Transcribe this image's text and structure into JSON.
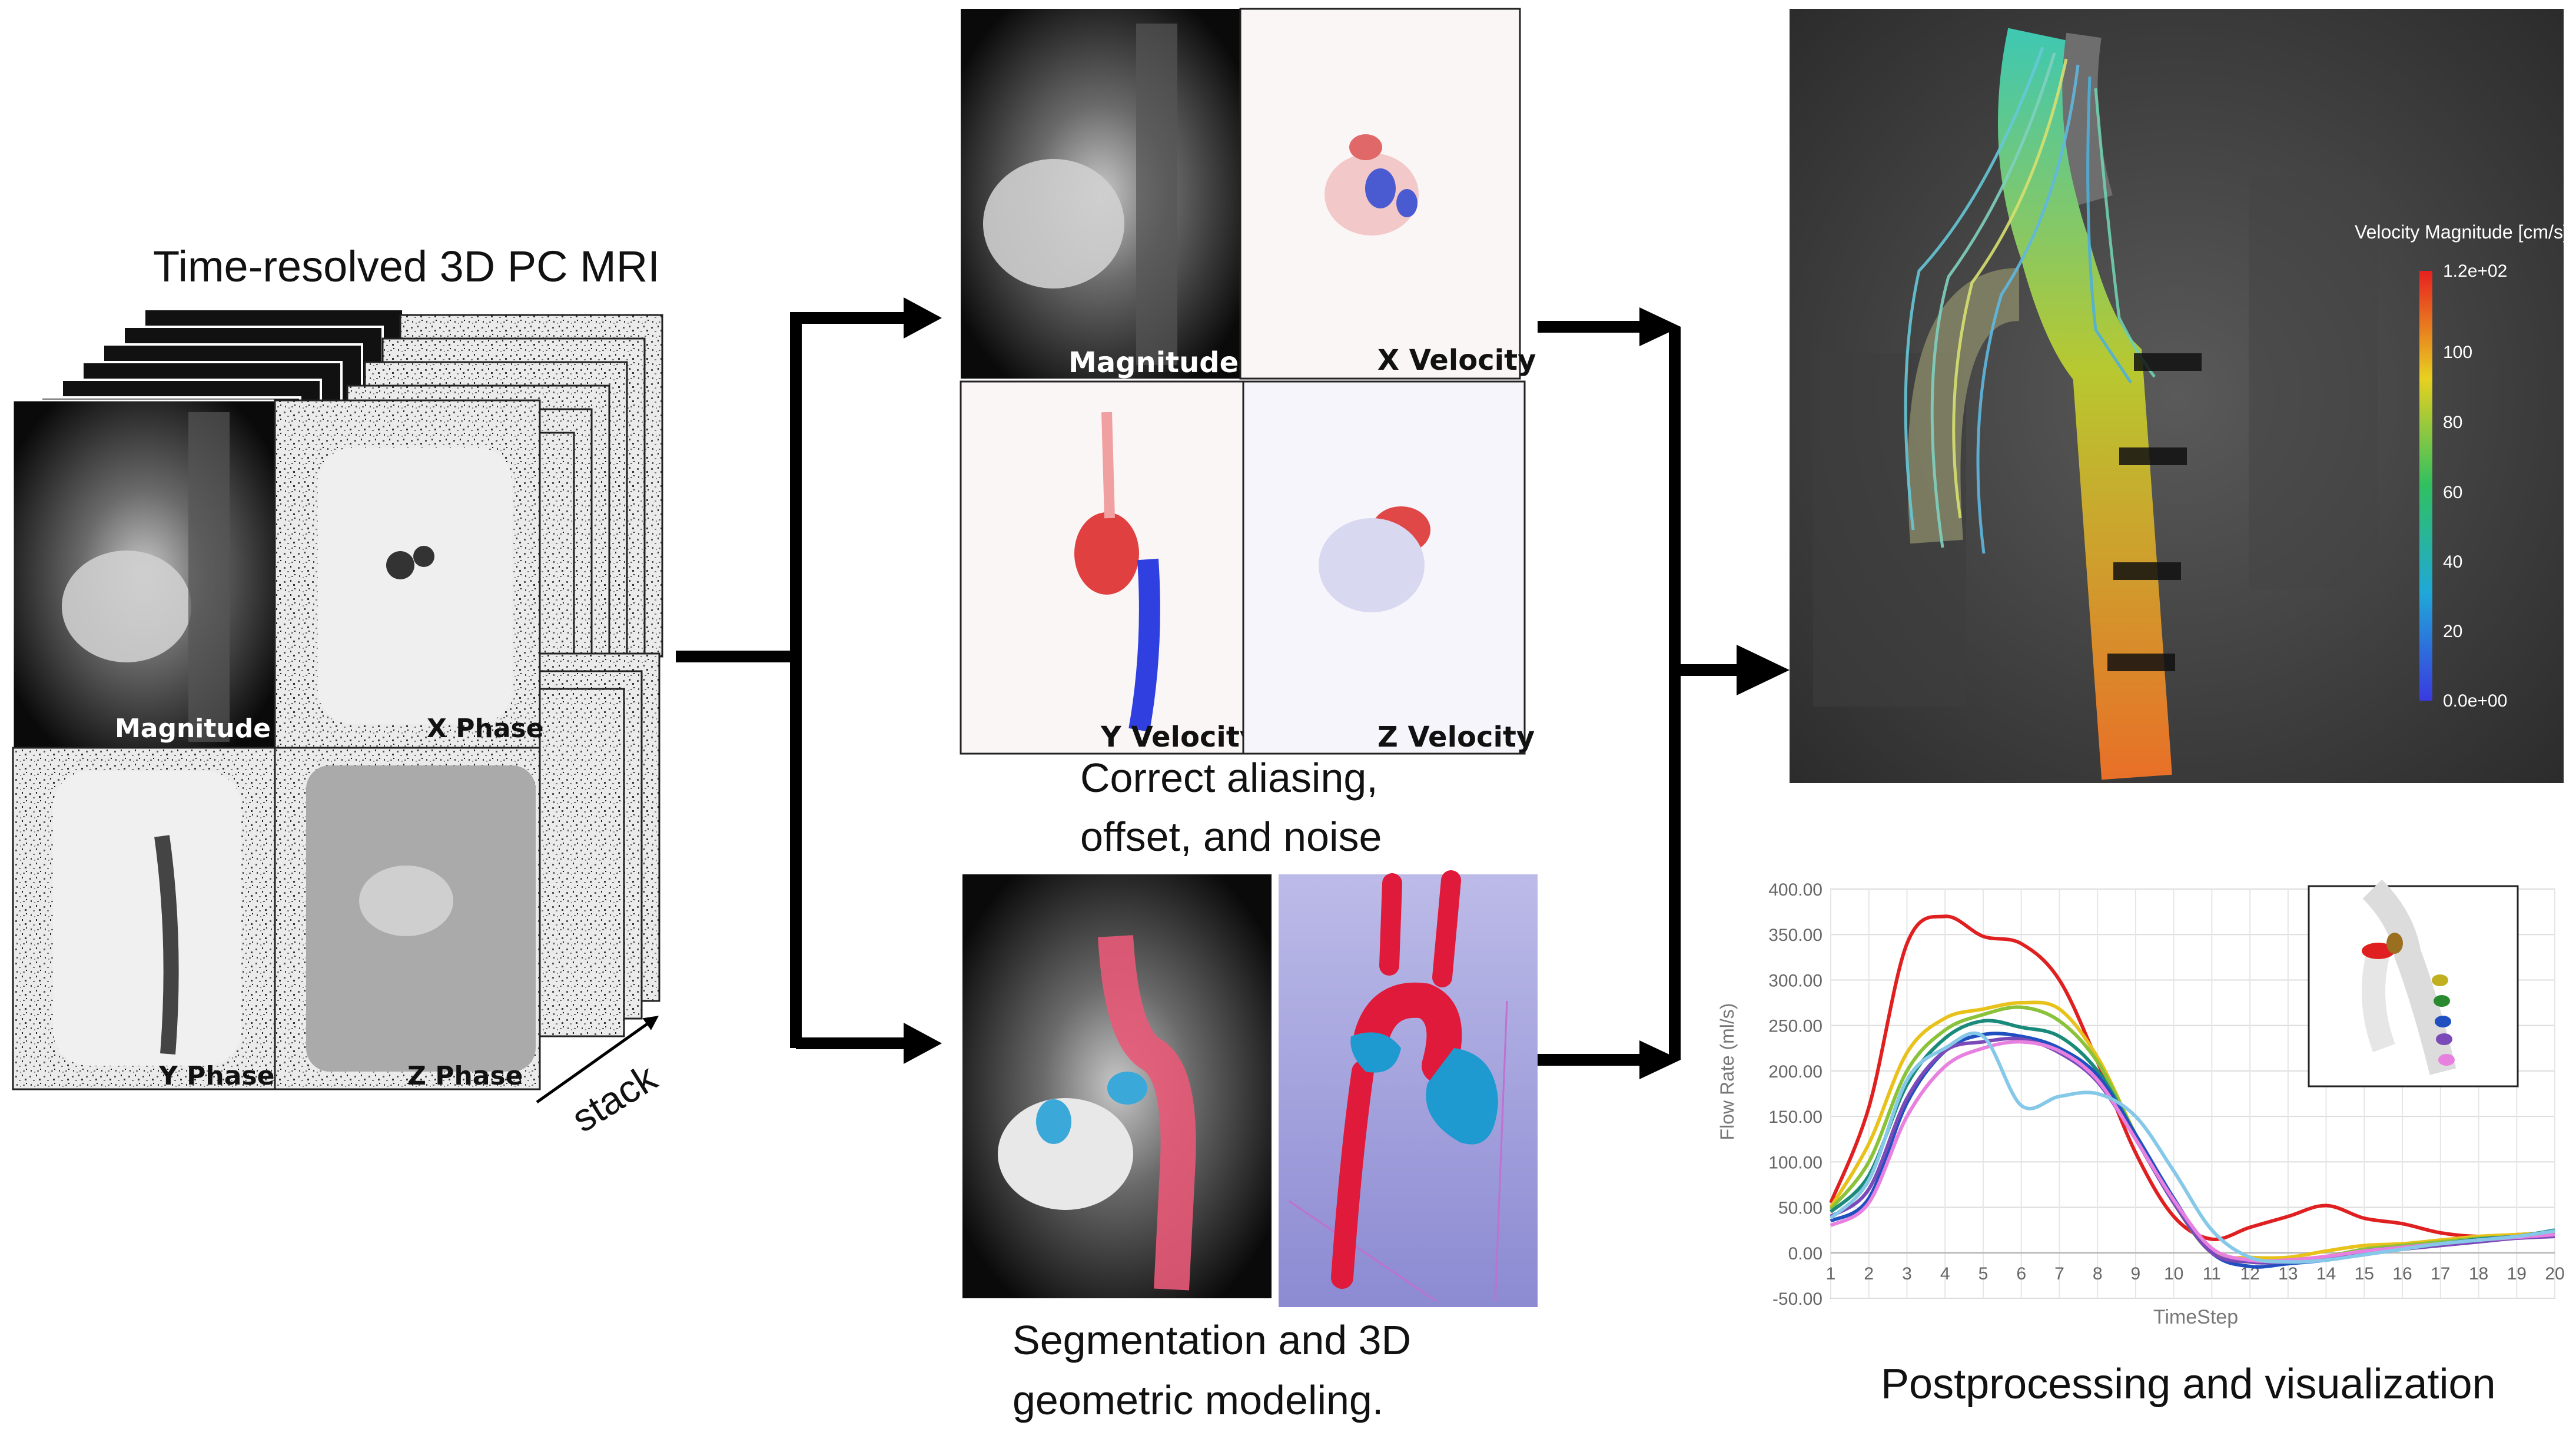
{
  "input": {
    "title": "Time-resolved 3D PC MRI",
    "panels": [
      "Magnitude",
      "X Phase",
      "Y Phase",
      "Z Phase"
    ],
    "stack_label": "stack"
  },
  "preprocess": {
    "panels": [
      "Magnitude",
      "X Velocity",
      "Y Velocity",
      "Z Velocity"
    ],
    "caption_line1": "Correct aliasing,",
    "caption_line2": "offset, and noise"
  },
  "segmentation": {
    "caption_line1": "Segmentation and 3D",
    "caption_line2": "geometric modeling."
  },
  "visualization": {
    "colorbar": {
      "title": "Velocity Magnitude [cm/s]",
      "ticks": [
        "1.2e+02",
        "100",
        "80",
        "60",
        "40",
        "20",
        "0.0e+00"
      ]
    },
    "caption": "Postprocessing and visualization"
  },
  "chart_data": {
    "type": "line",
    "title": "",
    "xlabel": "TimeStep",
    "ylabel": "Flow Rate (ml/s)",
    "x": [
      1,
      2,
      3,
      4,
      5,
      6,
      7,
      8,
      9,
      10,
      11,
      12,
      13,
      14,
      15,
      16,
      17,
      18,
      19,
      20
    ],
    "xticks": [
      "1",
      "2",
      "3",
      "4",
      "5",
      "6",
      "7",
      "8",
      "9",
      "10",
      "11",
      "12",
      "13",
      "14",
      "15",
      "16",
      "17",
      "18",
      "19",
      "20"
    ],
    "yticks": [
      "400.00",
      "350.00",
      "300.00",
      "250.00",
      "200.00",
      "150.00",
      "100.00",
      "50.00",
      "0.00",
      "-50.00"
    ],
    "ylim": [
      -50,
      400
    ],
    "grid": true,
    "series": [
      {
        "color": "#e02020",
        "values": [
          55,
          160,
          340,
          370,
          348,
          340,
          300,
          210,
          110,
          40,
          15,
          28,
          40,
          52,
          38,
          32,
          22,
          18,
          20,
          22
        ]
      },
      {
        "color": "#e8c21a",
        "values": [
          50,
          120,
          220,
          258,
          268,
          275,
          268,
          215,
          130,
          55,
          0,
          -5,
          -5,
          2,
          8,
          10,
          14,
          18,
          20,
          22
        ]
      },
      {
        "color": "#8ac23a",
        "values": [
          48,
          100,
          200,
          245,
          262,
          270,
          255,
          210,
          130,
          55,
          0,
          -10,
          -8,
          -4,
          4,
          8,
          12,
          16,
          18,
          22
        ]
      },
      {
        "color": "#1a8a7a",
        "values": [
          45,
          85,
          185,
          236,
          255,
          248,
          238,
          200,
          130,
          55,
          0,
          -10,
          -10,
          -6,
          2,
          6,
          10,
          15,
          18,
          25
        ]
      },
      {
        "color": "#2050c0",
        "values": [
          35,
          60,
          165,
          222,
          240,
          238,
          225,
          195,
          130,
          60,
          0,
          -15,
          -12,
          -8,
          -2,
          4,
          10,
          14,
          18,
          20
        ]
      },
      {
        "color": "#7a4ab8",
        "values": [
          40,
          70,
          170,
          222,
          232,
          235,
          220,
          188,
          125,
          55,
          0,
          -10,
          -10,
          -6,
          0,
          4,
          8,
          12,
          16,
          18
        ]
      },
      {
        "color": "#e880e0",
        "values": [
          30,
          55,
          150,
          205,
          225,
          232,
          222,
          190,
          125,
          58,
          5,
          -8,
          -8,
          -4,
          2,
          6,
          10,
          14,
          17,
          20
        ]
      },
      {
        "color": "#86c8e8",
        "values": [
          38,
          80,
          190,
          225,
          238,
          162,
          172,
          175,
          150,
          90,
          25,
          -5,
          -10,
          -8,
          -2,
          4,
          10,
          14,
          18,
          24
        ]
      }
    ]
  },
  "colors": {
    "arrow": "#000000",
    "aorta_red": "#e01a3a",
    "pulmonary_blue": "#1e9ad0",
    "seg_overlay": "#e85a78",
    "bg_purple": "#9a98d8"
  }
}
